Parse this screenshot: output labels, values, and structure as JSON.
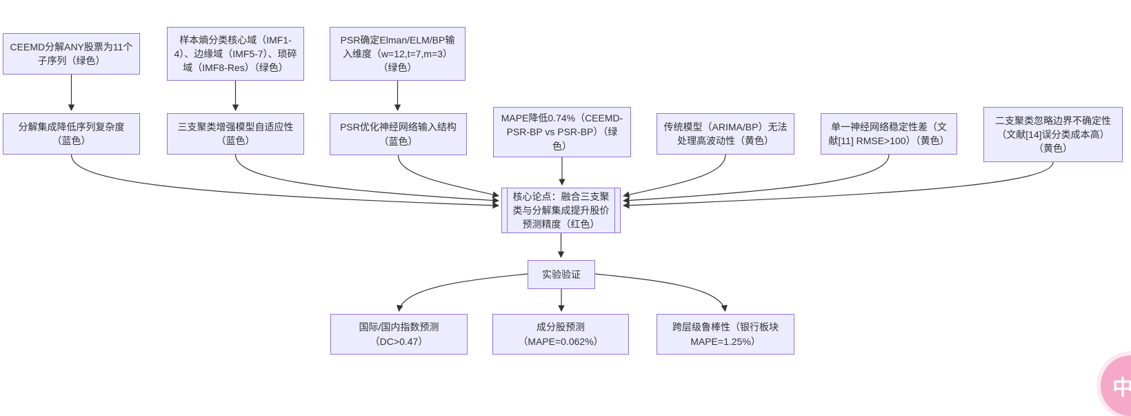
{
  "diagram": {
    "nodes": {
      "ceemd": {
        "label": "CEEMD分解ANY股票为11个子序列（绿色）"
      },
      "entropy": {
        "label": "样本熵分类核心域（IMF1-4）、边缘域（IMF5-7）、琐碎域（IMF8-Res）（绿色）"
      },
      "psrdim": {
        "label": "PSR确定Elman/ELM/BP输入维度（w=12,t=7,m=3）（绿色）"
      },
      "decomp": {
        "label": "分解集成降低序列复杂度（蓝色）"
      },
      "threeway": {
        "label": "三支聚类增强模型自适应性（蓝色）"
      },
      "psropt": {
        "label": "PSR优化神经网络输入结构（蓝色）"
      },
      "mape": {
        "label": "MAPE降低0.74%（CEEMD-PSR-BP vs PSR-BP）（绿色）"
      },
      "trad": {
        "label": "传统模型（ARIMA/BP）无法处理高波动性（黄色）"
      },
      "singlenn": {
        "label": "单一神经网络稳定性差（文献[11] RMSE>100）（黄色）"
      },
      "twoway": {
        "label": "二支聚类忽略边界不确定性（文献[14]误分类成本高）（黄色）"
      },
      "core": {
        "label": "核心论点：融合三支聚类与分解集成提升股价预测精度（红色）"
      },
      "exp": {
        "label": "实验验证"
      },
      "index": {
        "label": "国际/国内指数预测（DC>0.47）"
      },
      "stock": {
        "label": "成分股预测（MAPE=0.062%）"
      },
      "robust": {
        "label": "跨层级鲁棒性（银行板块 MAPE=1.25%）"
      }
    },
    "colors": {
      "node_fill": "#ECECFF",
      "node_border": "#9370DB",
      "edge": "#333333",
      "text": "#333333",
      "translate_button_bg": "#F5A8C7"
    }
  },
  "translate_button": {
    "label": "中A"
  }
}
